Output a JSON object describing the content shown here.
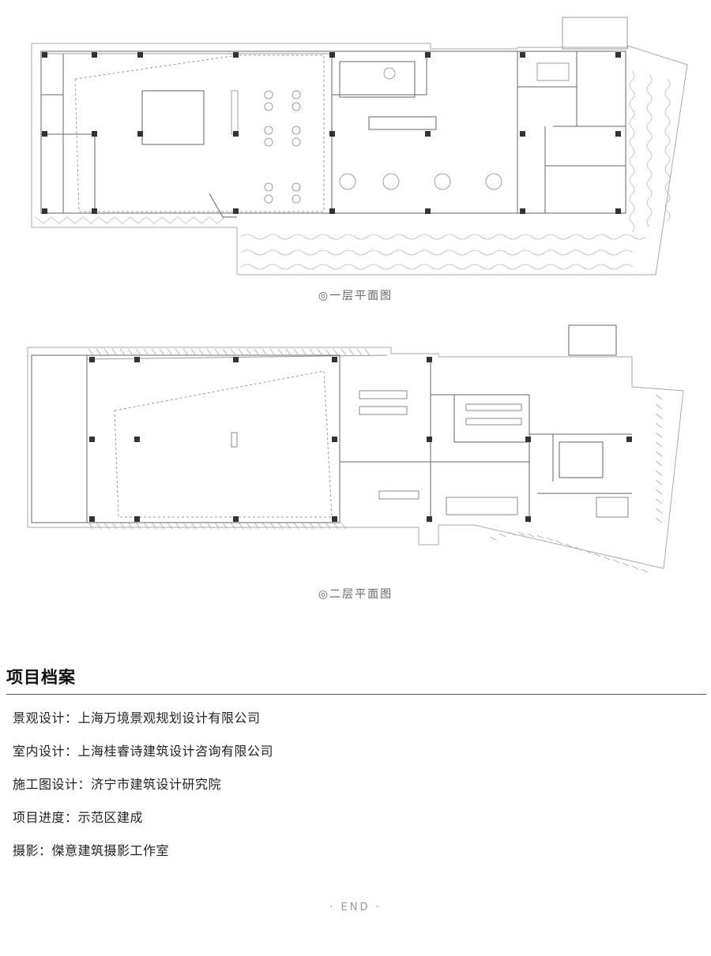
{
  "plans": [
    {
      "caption": "◎一层平面图"
    },
    {
      "caption": "◎二层平面图"
    }
  ],
  "project": {
    "title": "项目档案",
    "items": [
      {
        "text": "景观设计：上海万境景观规划设计有限公司"
      },
      {
        "text": "室内设计：上海桂睿诗建筑设计咨询有限公司"
      },
      {
        "text": "施工图设计：济宁市建筑设计研究院"
      },
      {
        "text": "项目进度：示范区建成"
      },
      {
        "text": "摄影：傑意建筑摄影工作室"
      }
    ]
  },
  "end_mark": "· END ·",
  "colors": {
    "line": "#555555",
    "light": "#aaaaaa",
    "column": "#333333",
    "rule": "#555555"
  }
}
